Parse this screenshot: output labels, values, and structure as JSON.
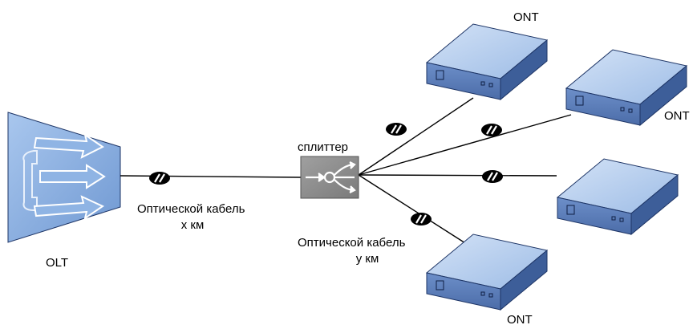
{
  "diagram": {
    "olt": {
      "label": "OLT"
    },
    "splitter": {
      "label": "сплиттер"
    },
    "feeder_cable": {
      "line1": "Оптической кабель",
      "line2": "x км"
    },
    "drop_cable": {
      "line1": "Оптической кабель",
      "line2": "y км"
    },
    "ont_labels": [
      "ONT",
      "ONT",
      "ONT"
    ]
  },
  "colors": {
    "device_top": "#B9D0EE",
    "device_front": "#5A7CB8",
    "device_side": "#3D5E99",
    "olt_fill": "#8FB4E4",
    "splitter_fill": "#8C8C8C",
    "line": "#000000"
  }
}
